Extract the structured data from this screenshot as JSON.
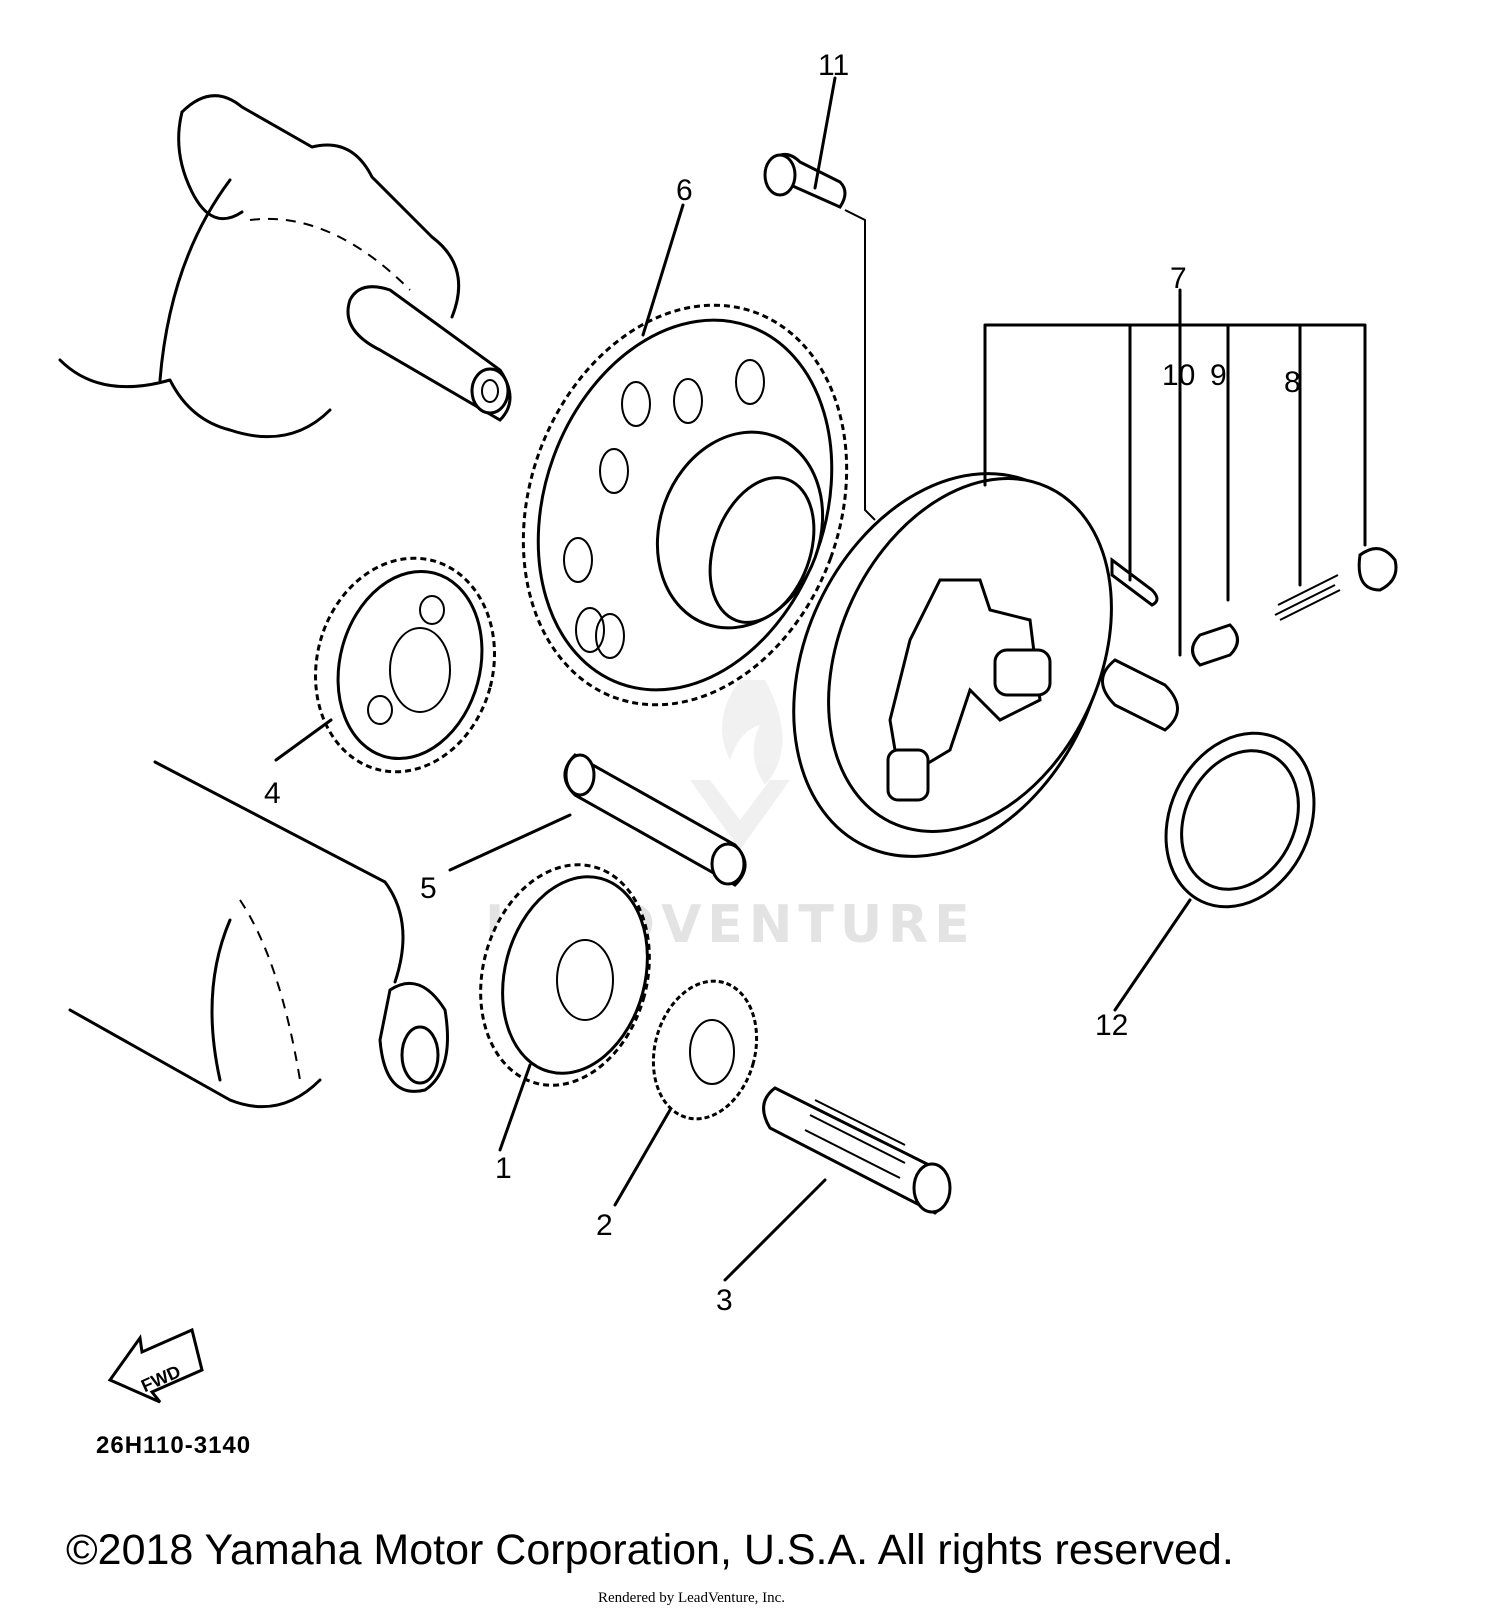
{
  "callouts": [
    "1",
    "2",
    "3",
    "4",
    "5",
    "6",
    "7",
    "8",
    "9",
    "10",
    "11",
    "12"
  ],
  "diagram_code": "26H110-3140",
  "fwd_label": "FWD",
  "watermark": "LEADVENTURE",
  "copyright": "©2018 Yamaha Motor Corporation, U.S.A. All rights reserved.",
  "rendered_by": "Rendered by LeadVenture, Inc."
}
